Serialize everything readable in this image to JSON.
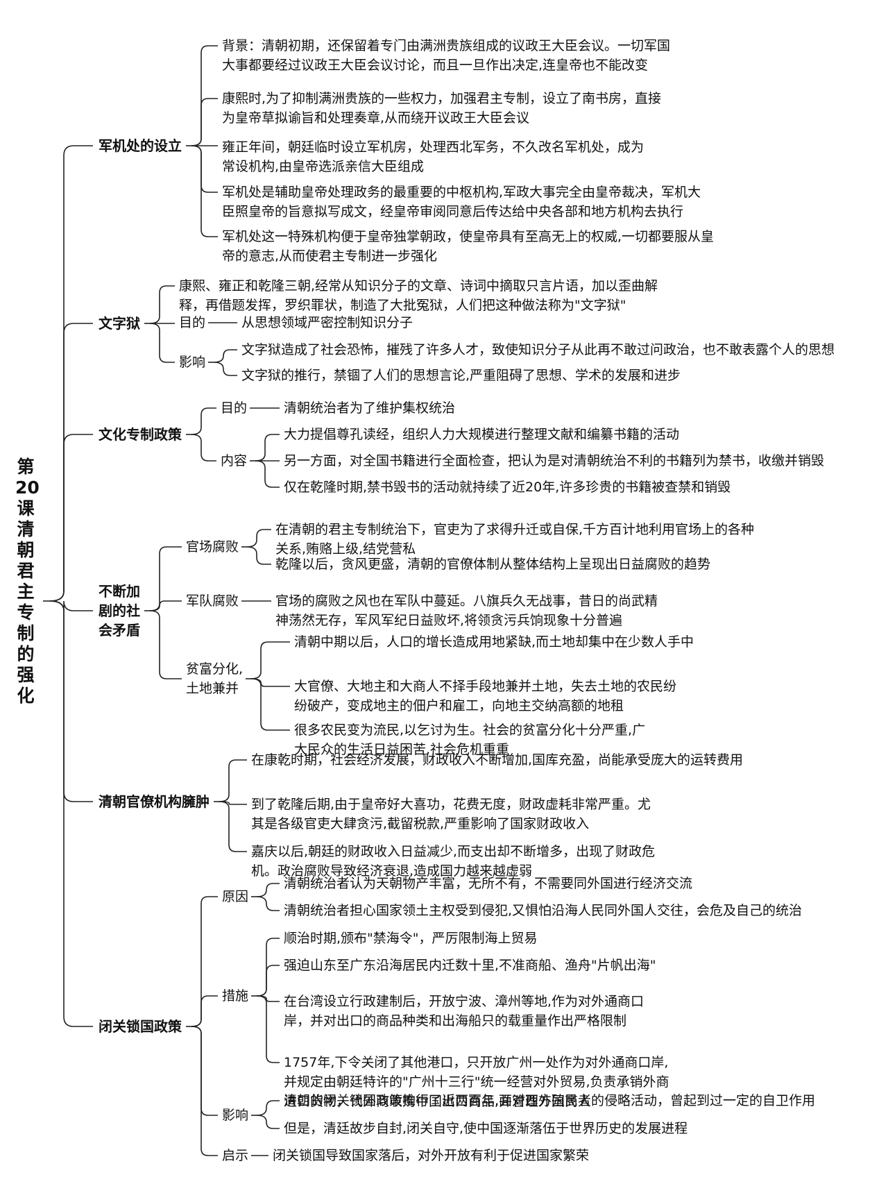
{
  "title": "第\n20\n课\n清\n朝\n君\n主\n专\n制\n的\n强\n化",
  "sections": [
    {
      "label": "军机处的设立",
      "items": [
        {
          "text": [
            "背景：清朝初期，还保留着专门由满洲贵族组成的议政王大臣会议。一切军国",
            "大事都要经过议政王大臣会议讨论，而且一旦作出决定,连皇帝也不能改变"
          ]
        },
        {
          "text": [
            "康熙时,为了抑制满洲贵族的一些权力，加强君主专制，设立了南书房，直接",
            "为皇帝草拟谕旨和处理奏章,从而绕开议政王大臣会议"
          ]
        },
        {
          "text": [
            "雍正年间，朝廷临时设立军机房，处理西北军务，不久改名军机处，成为",
            "常设机构,由皇帝选派亲信大臣组成"
          ]
        },
        {
          "text": [
            "军机处是辅助皇帝处理政务的最重要的中枢机构,军政大事完全由皇帝裁决，军机大",
            "臣照皇帝的旨意拟写成文，经皇帝审阅同意后传达给中央各部和地方机构去执行"
          ]
        },
        {
          "text": [
            "军机处这一特殊机构便于皇帝独掌朝政，使皇帝具有至高无上的权威,一切都要服从皇",
            "帝的意志,从而使君主专制进一步强化"
          ]
        }
      ]
    },
    {
      "label": "文字狱",
      "items": [
        {
          "text": [
            "康熙、雍正和乾隆三朝,经常从知识分子的文章、诗词中摘取只言片语，加以歪曲解",
            "释，再借题发挥，罗织罪状，制造了大批冤狱，人们把这种做法称为\"文字狱\""
          ]
        },
        {
          "label": "目的",
          "children": [
            [
              "从思想领域严密控制知识分子"
            ]
          ]
        },
        {
          "label": "影响",
          "children": [
            [
              "文字狱造成了社会恐怖，摧残了许多人才，致使知识分子从此再不敢过问政治，也不敢表露个人的思想"
            ],
            [
              "文字狱的推行，禁锢了人们的思想言论,严重阻碍了思想、学术的发展和进步"
            ]
          ]
        }
      ]
    },
    {
      "label": "文化专制政策",
      "items": [
        {
          "label": "目的",
          "children": [
            [
              "清朝统治者为了维护集权统治"
            ]
          ]
        },
        {
          "label": "内容",
          "children": [
            [
              "大力提倡尊孔读经，组织人力大规模进行整理文献和编纂书籍的活动"
            ],
            [
              "另一方面，对全国书籍进行全面检查，把认为是对清朝统治不利的书籍列为禁书，收缴并销毁"
            ],
            [
              "仅在乾隆时期,禁书毁书的活动就持续了近20年,许多珍贵的书籍被查禁和销毁"
            ]
          ]
        }
      ]
    },
    {
      "label": [
        "不断加",
        "剧的社",
        "会矛盾"
      ],
      "items": [
        {
          "label": "官场腐败",
          "children": [
            [
              "在清朝的君主专制统治下，官吏为了求得升迁或自保,千方百计地利用官场上的各种",
              "关系,贿赂上级,结党营私"
            ],
            [
              "乾隆以后，贪风更盛，清朝的官僚体制从整体结构上呈现出日益腐败的趋势"
            ]
          ]
        },
        {
          "label": "军队腐败",
          "children": [
            [
              "官场的腐败之风也在军队中蔓延。八旗兵久无战事，昔日的尚武精",
              "神荡然无存，军风军纪日益败坏,将领贪污兵饷现象十分普遍"
            ]
          ]
        },
        {
          "label": [
            "贫富分化,",
            "土地兼并"
          ],
          "children": [
            [
              "清朝中期以后，人口的增长造成用地紧缺,而土地却集中在少数人手中"
            ],
            [
              "大官僚、大地主和大商人不择手段地兼并土地，失去土地的农民纷",
              "纷破产，变成地主的佃户和雇工，向地主交纳高额的地租"
            ],
            [
              "很多农民变为流民,以乞讨为生。社会的贫富分化十分严重,广",
              "大民众的生活日益困苦,社会危机重重"
            ]
          ]
        }
      ]
    },
    {
      "label": "清朝官僚机构臃肿",
      "items": [
        {
          "text": [
            "在康乾时期，社会经济发展，财政收入不断增加,国库充盈，尚能承受庞大的运转费用"
          ]
        },
        {
          "text": [
            "到了乾隆后期,由于皇帝好大喜功，花费无度，财政虚耗非常严重。尤",
            "其是各级官吏大肆贪污,截留税款,严重影响了国家财政收入"
          ]
        },
        {
          "text": [
            "嘉庆以后,朝廷的财政收入日益减少,而支出却不断增多，出现了财政危",
            "机。政治腐败导致经济衰退,造成国力越来越虚弱"
          ]
        }
      ]
    },
    {
      "label": "闭关锁国政策",
      "items": [
        {
          "label": "原因",
          "children": [
            [
              "清朝统治者认为天朝物产丰富，无所不有，不需要同外国进行经济交流"
            ],
            [
              "清朝统治者担心国家领土主权受到侵犯,又惧怕沿海人民同外国人交往，会危及自己的统治"
            ]
          ]
        },
        {
          "label": "措施",
          "children": [
            [
              "顺治时期,颁布\"禁海令\"，严厉限制海上贸易"
            ],
            [
              "强迫山东至广东沿海居民内迁数十里,不准商船、渔舟\"片帆出海\""
            ],
            [
              "在台湾设立行政建制后，开放宁波、漳州等地,作为对外通商口",
              "岸，并对出口的商品种类和出海船只的载重量作出严格限制"
            ],
            [
              "1757年,下令关闭了其他港口，只开放广州一处作为对外通商口岸,",
              "并规定由朝廷特许的\"广州十三行\"统一经营对外贸易,负责承销外商",
              "进口货物，代外商收购中国出口商品,并管理外国商人"
            ]
          ]
        },
        {
          "label": "影响",
          "children": [
            [
              "清朝的闭关锁国政策推行了近两百年,面对西方殖民者的侵略活动，曾起到过一定的自卫作用"
            ],
            [
              "但是，清廷故步自封,闭关自守,使中国逐渐落伍于世界历史的发展进程"
            ]
          ]
        },
        {
          "label": "启示",
          "children": [
            [
              "闭关锁国导致国家落后，对外开放有利于促进国家繁荣"
            ]
          ]
        }
      ]
    }
  ]
}
